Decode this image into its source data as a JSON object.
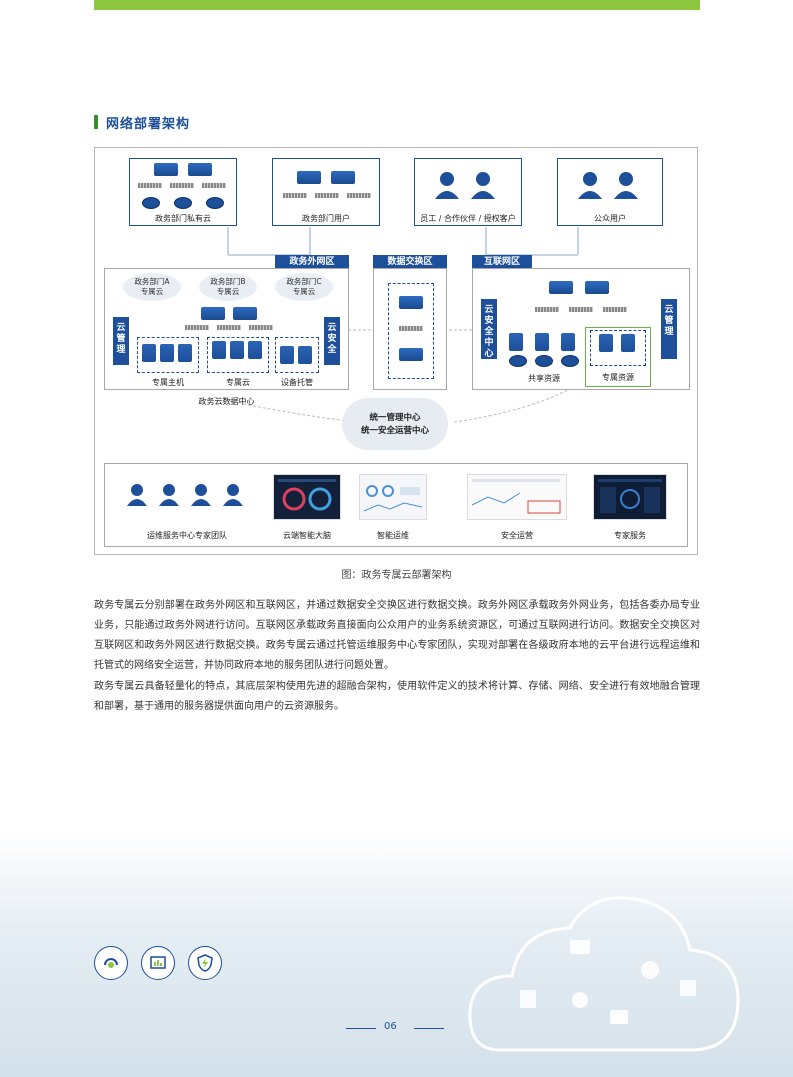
{
  "section": {
    "title": "网络部署架构"
  },
  "diagram": {
    "top": {
      "private_cloud": "政务部门私有云",
      "dept_users": "政务部门用户",
      "partners": "员工 / 合作伙伴 / 授权客户",
      "public_users": "公众用户"
    },
    "zones": {
      "gov_external": "政务外网区",
      "data_exchange": "数据交换区",
      "internet": "互联网区"
    },
    "left": {
      "cloud_a": "政务部门A\n专属云",
      "cloud_b": "政务部门B\n专属云",
      "cloud_c": "政务部门C\n专属云",
      "cloud_mgmt": "云管理",
      "cloud_security": "云安全",
      "dedicated_host": "专属主机",
      "dedicated_cloud": "专属云",
      "hosting": "设备托管",
      "dc_label": "政务云数据中心"
    },
    "right": {
      "security_center": "云安全中心",
      "cloud_mgmt": "云管理",
      "shared": "共享资源",
      "dedicated": "专属资源"
    },
    "center": {
      "line1": "统一管理中心",
      "line2": "统一安全运营中心"
    },
    "bottom": {
      "team": "运维服务中心专家团队",
      "brain": "云端智能大脑",
      "ops": "智能运维",
      "secops": "安全运营",
      "expert": "专家服务"
    }
  },
  "caption": "图：政务专属云部署架构",
  "paragraphs": [
    "政务专属云分别部署在政务外网区和互联网区，并通过数据安全交换区进行数据交换。政务外网区承载政务外网业务，包括各委办局专业业务，只能通过政务外网进行访问。互联网区承载政务直接面向公众用户的业务系统资源区，可通过互联网进行访问。数据安全交换区对互联网区和政务外网区进行数据交换。政务专属云通过托管运维服务中心专家团队，实现对部署在各级政府本地的云平台进行远程运维和托管式的网络安全运营，并协同政府本地的服务团队进行问题处置。",
    "政务专属云具备轻量化的特点，其底层架构使用先进的超融合架构，使用软件定义的技术将计算、存储、网络、安全进行有效地融合管理和部署，基于通用的服务器提供面向用户的云资源服务。"
  ],
  "page_number": "06",
  "colors": {
    "accent_green": "#8dc63f",
    "brand_blue": "#1d4f9a"
  }
}
